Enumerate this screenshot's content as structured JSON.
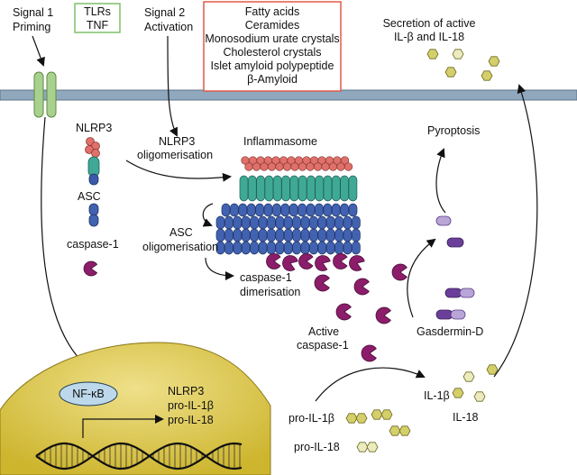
{
  "signal1": {
    "line1": "Signal 1",
    "line2": "Priming"
  },
  "tlr_box": {
    "line1": "TLRs",
    "line2": "TNF"
  },
  "signal2": {
    "line1": "Signal 2",
    "line2": "Activation"
  },
  "activators": [
    "Fatty acids",
    "Ceramides",
    "Monosodium urate crystals",
    "Cholesterol crystals",
    "Islet amyloid polypeptide",
    "β-Amyloid"
  ],
  "secretion": {
    "line1": "Secretion of active",
    "line2": "IL-β and IL-18"
  },
  "nlrp3_label": "NLRP3",
  "asc_label": "ASC",
  "caspase1_label": "caspase-1",
  "nlrp3_olig": {
    "line1": "NLRP3",
    "line2": "oligomerisation"
  },
  "inflammasome_label": "Inflammasome",
  "asc_olig": {
    "line1": "ASC",
    "line2": "oligomerisation"
  },
  "casp_dimer": {
    "line1": "caspase-1",
    "line2": "dimerisation"
  },
  "pyroptosis_label": "Pyroptosis",
  "active_casp": {
    "line1": "Active",
    "line2": "caspase-1"
  },
  "gasdermin_label": "Gasdermin-D",
  "nfkb_label": "NF-κB",
  "nucleus_genes": {
    "line1": "NLRP3",
    "line2": "pro-IL-1β",
    "line3": "pro-IL-18"
  },
  "il1b_label": "IL-1β",
  "il18_label": "IL-18",
  "pro_il1b_label": "pro-IL-1β",
  "pro_il18_label": "pro-IL-18",
  "colors": {
    "membrane": "#8fa8bd",
    "receptor": "#a9d18e",
    "tlr_border": "#7fbf6a",
    "activator_border": "#e05a47",
    "nlrp3_red": "#e0706a",
    "nlrp3_teal": "#3fa996",
    "nlrp3_blue": "#3a5aa8",
    "asc_blue": "#4162b0",
    "caspase": "#8c1d6b",
    "gasdermin_dark": "#6a3f9a",
    "gasdermin_light": "#b9a5d6",
    "cytokine_fill": "#d4cf6a",
    "cytokine_light": "#ecebc0",
    "nucleus": "#d9c13e",
    "nfkb_fill": "#bcd8ea"
  }
}
